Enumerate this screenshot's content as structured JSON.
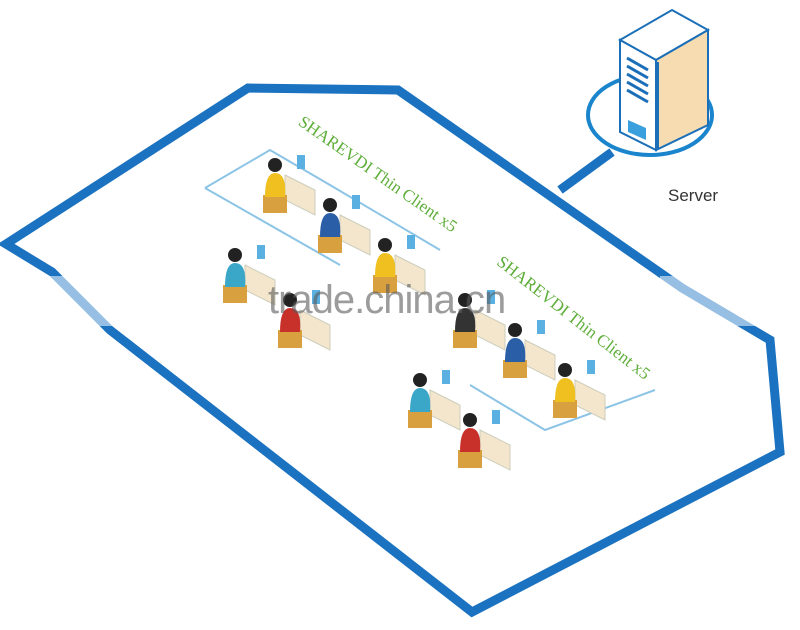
{
  "server": {
    "label": "Server"
  },
  "groups": [
    {
      "label": "SHAREVDI Thin Client x5"
    },
    {
      "label": "SHAREVDI Thin Client x5"
    }
  ],
  "watermark": "trade.china.cn",
  "colors": {
    "outline": "#1a72c0",
    "label": "#5fae3a",
    "server_side": "#f6dcb0"
  }
}
